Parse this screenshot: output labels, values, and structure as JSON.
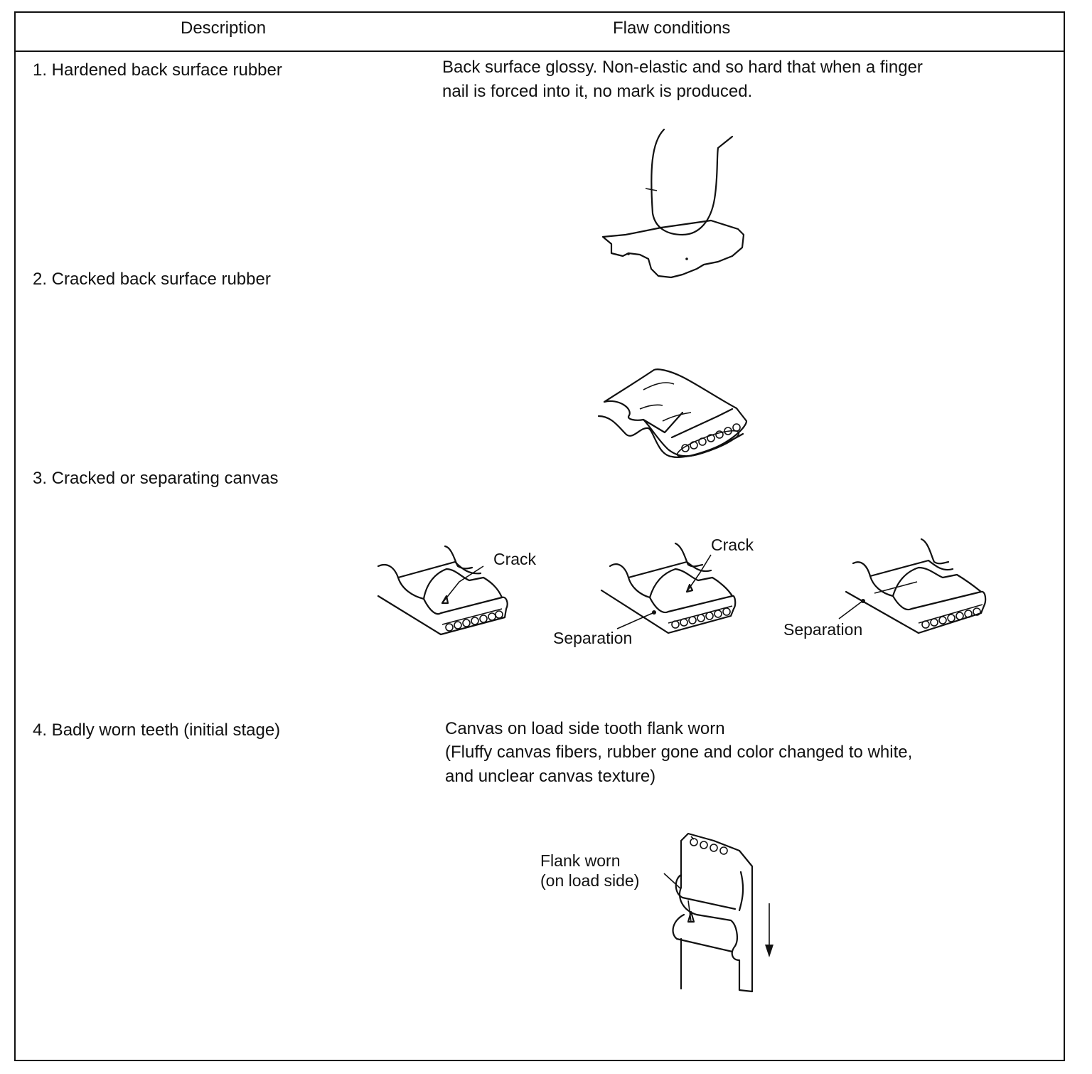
{
  "table": {
    "headers": {
      "description": "Description",
      "conditions": "Flaw conditions"
    },
    "rows": [
      {
        "description": "1.  Hardened back surface rubber",
        "condition_lines": [
          "Back surface glossy. Non-elastic and so hard that when a finger",
          "nail is forced into it, no mark is produced."
        ]
      },
      {
        "description": "2.  Cracked back surface rubber"
      },
      {
        "description": "3.  Cracked or separating canvas",
        "labels": {
          "crack_1": "Crack",
          "crack_2": "Crack",
          "separation_1": "Separation",
          "separation_2": "Separation"
        }
      },
      {
        "description": "4.  Badly worn teeth (initial stage)",
        "condition_lines": [
          "Canvas on load side tooth flank worn",
          "(Fluffy canvas fibers, rubber gone and color changed to white,",
          "and unclear canvas texture)"
        ],
        "labels": {
          "flank_line1": "Flank worn",
          "flank_line2": "(on load side)"
        }
      }
    ]
  }
}
